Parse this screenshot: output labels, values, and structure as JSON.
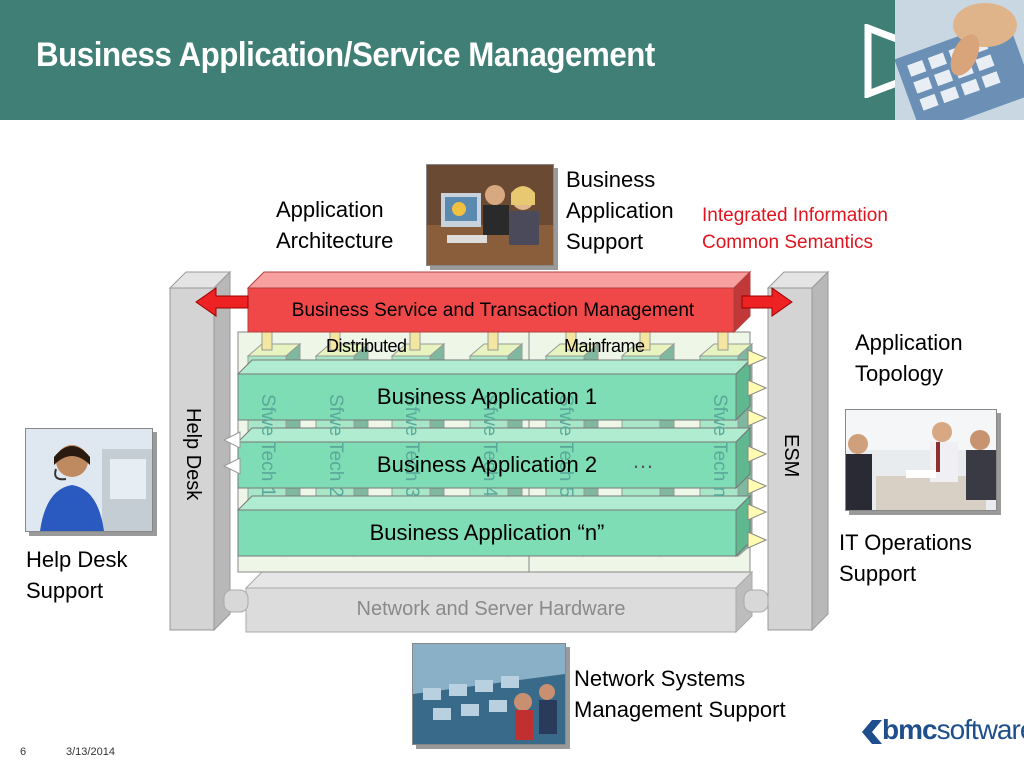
{
  "header": {
    "title": "Business Application/Service Management",
    "bg_color": "#3f7f76"
  },
  "labels": {
    "application_architecture": [
      "Application",
      "Architecture"
    ],
    "business_application_support": [
      "Business",
      "Application",
      "Support"
    ],
    "integrated_information": [
      "Integrated Information",
      "Common Semantics"
    ],
    "application_topology": [
      "Application",
      "Topology"
    ],
    "it_operations_support": [
      "IT Operations",
      "Support"
    ],
    "help_desk_support": [
      "Help Desk",
      "Support"
    ],
    "network_systems_support": [
      "Network Systems",
      "Management Support"
    ]
  },
  "diagram": {
    "top_bar": "Business Service and Transaction Management",
    "left_pillar": "Help Desk",
    "right_pillar": "ESM",
    "distributed": "Distributed",
    "mainframe": "Mainframe",
    "apps": [
      "Business Application 1",
      "Business Application 2",
      "Business Application “n”"
    ],
    "ellipsis": "…",
    "columns": [
      "Sfwe Tech 1",
      "Sfwe Tech 2",
      "Sfwe Tech 3",
      "Sfwe Tech 4",
      "Sfwe Tech 5",
      "Sfwe Tech n"
    ],
    "base": "Network and Server Hardware",
    "accent_red": "#f04848",
    "accent_green": "#7fddb5"
  },
  "footer": {
    "page": "6",
    "date": "3/13/2014",
    "logo_bold": "bmc",
    "logo_light": "software"
  }
}
